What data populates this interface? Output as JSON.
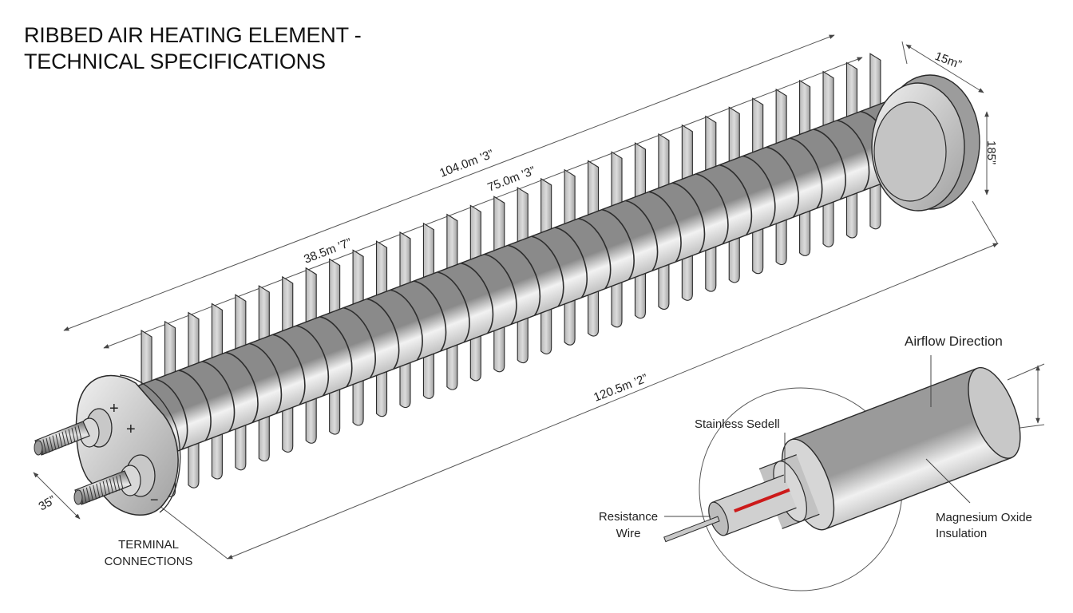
{
  "title": {
    "line1": "RIBBED AIR HEATING ELEMENT -",
    "line2": "TECHNICAL SPECIFICATIONS"
  },
  "dimensions": {
    "overall_top": "104.0m ’3”",
    "fin_section": "75.0m ’3”",
    "left_section": "38.5m ’7”",
    "overall_bottom": "120.5m ’2”",
    "flange_width": "15m”",
    "flange_height": "185”",
    "terminal_spacing": "35”"
  },
  "labels": {
    "terminal_line1": "TERMINAL",
    "terminal_line2": "CONNECTIONS",
    "airflow": "Airflow Direction",
    "sheath": "Stainless Sedell",
    "resistance_line1": "Resistance",
    "resistance_line2": "Wire",
    "insulation_line1": "Magnesium Oxide",
    "insulation_line2": "Insulation"
  },
  "symbols": {
    "plus1": "+",
    "plus2": "+",
    "minus": "−"
  },
  "colors": {
    "metal_light": "#e6e6e6",
    "metal_dark": "#8f8f8f",
    "outline": "#2a2a2a",
    "wire_red": "#cc1a1a"
  }
}
